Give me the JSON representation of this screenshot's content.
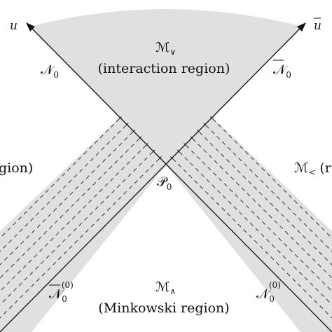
{
  "colors": {
    "region_fill": "#e0e0e0",
    "line": "#111111",
    "dash": "#333333",
    "background": "#ffffff"
  },
  "axes": {
    "u": "u",
    "u_bar": "u"
  },
  "null_surfaces": {
    "n0_left": {
      "symbol": "𝒩",
      "sub": "0"
    },
    "n0_right": {
      "symbol": "𝒩",
      "sub": "0"
    },
    "n0_zero_left": {
      "symbol": "𝒩",
      "sub": "0",
      "sup": "(0)"
    },
    "n0_zero_right": {
      "symbol": "𝒩",
      "sub": "0",
      "sup": "(0)"
    }
  },
  "point": {
    "symbol": "𝒫",
    "sub": "0"
  },
  "regions": {
    "upper": {
      "symbol": "ℳ",
      "sub": "∨",
      "caption": "(interaction region)"
    },
    "lower": {
      "symbol": "ℳ",
      "sub": "∧",
      "caption": "(Minkowski region)"
    },
    "left_caption": "gion)",
    "right": {
      "symbol": "ℳ",
      "sub": "<",
      "caption": "(r"
    }
  }
}
